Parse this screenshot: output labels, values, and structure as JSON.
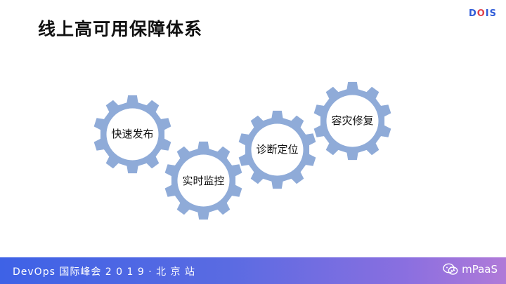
{
  "slide": {
    "title": "线上高可用保障体系"
  },
  "logo": {
    "text_a": "D",
    "text_b": "O",
    "text_c": "IS",
    "color_primary": "#2f5bd8",
    "color_accent": "#e0404a"
  },
  "gears": [
    {
      "label": "快速发布",
      "color": "#8fabd8"
    },
    {
      "label": "实时监控",
      "color": "#8fabd8"
    },
    {
      "label": "诊断定位",
      "color": "#8fabd8"
    },
    {
      "label": "容灾修复",
      "color": "#8fabd8"
    }
  ],
  "footer": {
    "text": "DevOps 国际峰会 2 0 1 9 · 北 京 站",
    "brand": "mPaaS",
    "brand_icon": "wechat-icon"
  }
}
